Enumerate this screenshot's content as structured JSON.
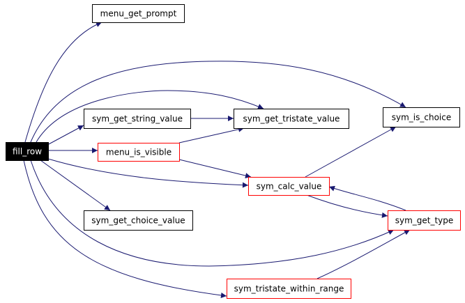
{
  "colors": {
    "edge": "#191970",
    "border_default": "#000000",
    "border_linked": "#ff0000",
    "root_fill": "#000000",
    "root_text": "#ffffff",
    "node_fill": "#ffffff",
    "node_text": "#000000"
  },
  "nodes": [
    {
      "id": "fill_row",
      "label": "fill_row",
      "kind": "root"
    },
    {
      "id": "menu_get_prompt",
      "label": "menu_get_prompt",
      "kind": "default"
    },
    {
      "id": "sym_get_string_value",
      "label": "sym_get_string_value",
      "kind": "default"
    },
    {
      "id": "sym_get_tristate_value",
      "label": "sym_get_tristate_value",
      "kind": "default"
    },
    {
      "id": "sym_is_choice",
      "label": "sym_is_choice",
      "kind": "default"
    },
    {
      "id": "menu_is_visible",
      "label": "menu_is_visible",
      "kind": "linked"
    },
    {
      "id": "sym_calc_value",
      "label": "sym_calc_value",
      "kind": "linked"
    },
    {
      "id": "sym_get_choice_value",
      "label": "sym_get_choice_value",
      "kind": "default"
    },
    {
      "id": "sym_get_type",
      "label": "sym_get_type",
      "kind": "linked"
    },
    {
      "id": "sym_tristate_within_range",
      "label": "sym_tristate_within_range",
      "kind": "linked"
    }
  ],
  "edges": [
    {
      "from": "fill_row",
      "to": "menu_get_prompt"
    },
    {
      "from": "fill_row",
      "to": "sym_is_choice"
    },
    {
      "from": "fill_row",
      "to": "sym_get_tristate_value"
    },
    {
      "from": "fill_row",
      "to": "sym_get_string_value"
    },
    {
      "from": "fill_row",
      "to": "menu_is_visible"
    },
    {
      "from": "fill_row",
      "to": "sym_calc_value"
    },
    {
      "from": "fill_row",
      "to": "sym_get_choice_value"
    },
    {
      "from": "fill_row",
      "to": "sym_get_type"
    },
    {
      "from": "fill_row",
      "to": "sym_tristate_within_range"
    },
    {
      "from": "sym_get_string_value",
      "to": "sym_get_tristate_value"
    },
    {
      "from": "menu_is_visible",
      "to": "sym_get_tristate_value"
    },
    {
      "from": "menu_is_visible",
      "to": "sym_calc_value"
    },
    {
      "from": "sym_calc_value",
      "to": "sym_is_choice"
    },
    {
      "from": "sym_calc_value",
      "to": "sym_get_type"
    },
    {
      "from": "sym_get_type",
      "to": "sym_calc_value"
    },
    {
      "from": "sym_tristate_within_range",
      "to": "sym_get_type"
    }
  ]
}
